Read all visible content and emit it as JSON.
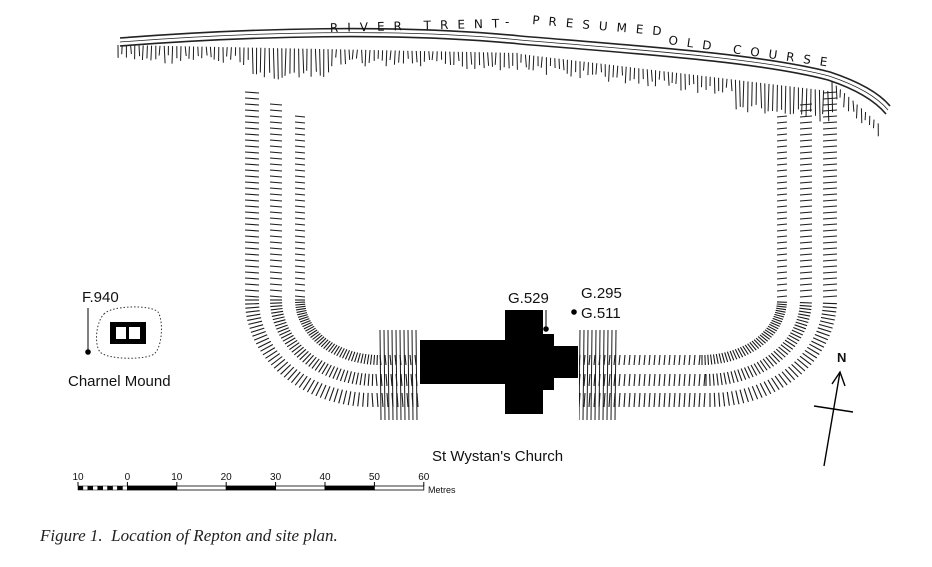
{
  "map": {
    "river_label_part1": "RIVER TRENT",
    "river_label_dash": "-",
    "river_label_part2": "PRESUMED",
    "river_label_part3": "OLD COURSE",
    "church_label": "St Wystan's Church",
    "charnel_label": "Charnel Mound",
    "features": {
      "f940": "F.940",
      "g529": "G.529",
      "g295": "G.295",
      "g511": "G.511"
    },
    "north_label": "N",
    "scale_bar": {
      "ticks": [
        "10",
        "0",
        "10",
        "20",
        "30",
        "40",
        "50",
        "60"
      ],
      "unit": "Metres"
    }
  },
  "caption": "Figure 1.  Location of Repton and site plan."
}
